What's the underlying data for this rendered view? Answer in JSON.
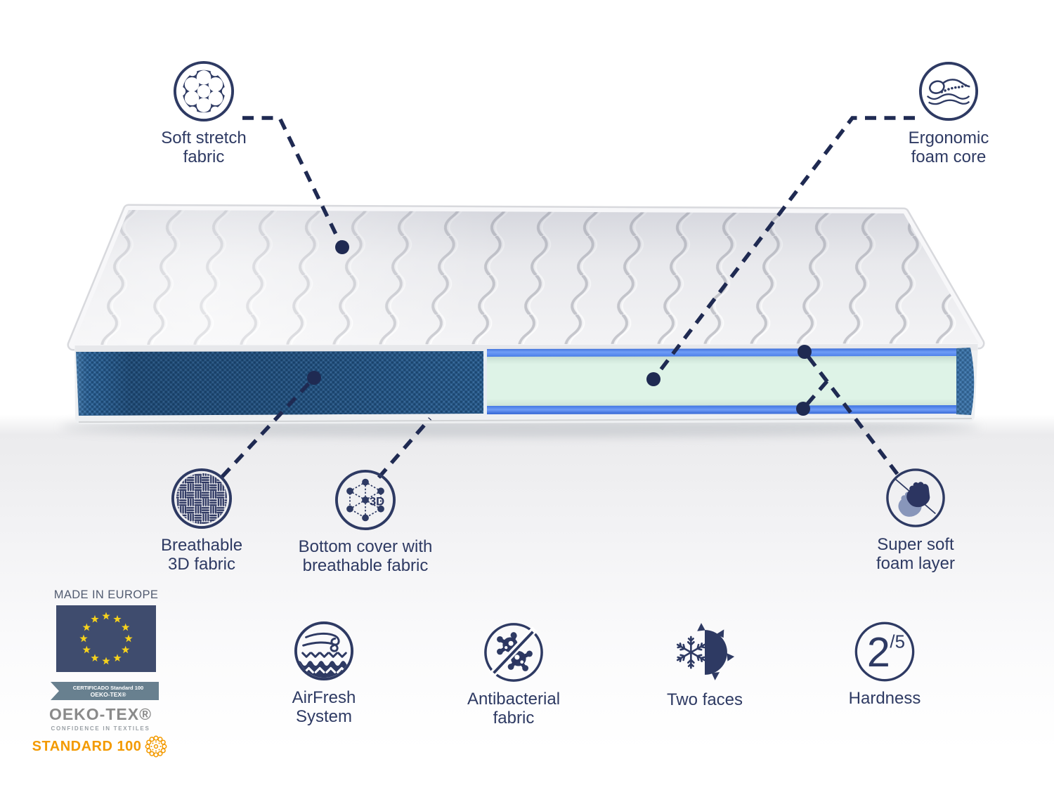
{
  "colors": {
    "navy": "#2e3a63",
    "dash": "#1f2a52",
    "fabric_blue": "#2e6295",
    "stripe_blue": "#5b8cf0",
    "foam_mint": "#def3e7",
    "flag_blue": "#3f4c6e",
    "star_gold": "#f6d21c",
    "ribbon_gray": "#68808f",
    "oeko_gray": "#8a8a8a",
    "oeko_orange": "#f39a00"
  },
  "callouts": {
    "soft_stretch": {
      "lines": [
        "Soft stretch",
        "fabric"
      ]
    },
    "ergonomic": {
      "lines": [
        "Ergonomic",
        "foam core"
      ]
    },
    "breathable": {
      "lines": [
        "Breathable",
        "3D fabric"
      ]
    },
    "bottom_cover": {
      "lines": [
        "Bottom cover with",
        "breathable fabric"
      ],
      "icon_text": "3D"
    },
    "super_soft": {
      "lines": [
        "Super soft",
        "foam layer"
      ]
    }
  },
  "features": {
    "airfresh": {
      "lines": [
        "AirFresh",
        "System"
      ]
    },
    "antibacterial": {
      "lines": [
        "Antibacterial",
        "fabric"
      ]
    },
    "two_faces": {
      "lines": [
        "Two faces"
      ]
    },
    "hardness": {
      "label": "Hardness",
      "value": "2",
      "scale": "/5"
    }
  },
  "badges": {
    "made_in": "MADE IN EUROPE",
    "ribbon_line1": "CERTIFICADO Standard 100",
    "ribbon_line2": "OEKO-TEX®",
    "oeko_brand": "OEKO-TEX®",
    "oeko_tagline": "CONFIDENCE IN TEXTILES",
    "oeko_standard": "STANDARD 100"
  }
}
